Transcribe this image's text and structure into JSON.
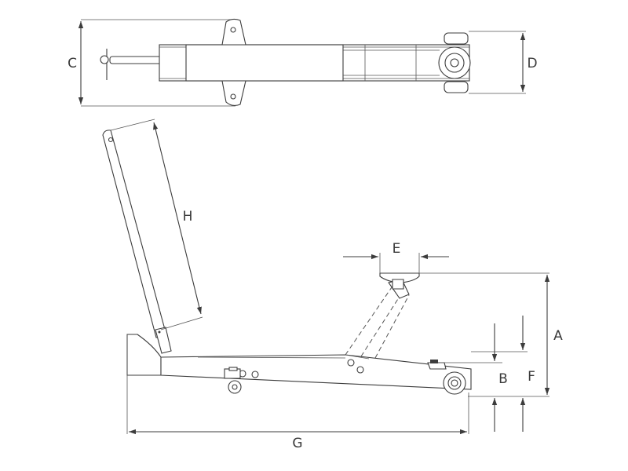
{
  "diagram": {
    "labels": {
      "A": "A",
      "B": "B",
      "C": "C",
      "D": "D",
      "E": "E",
      "F": "F",
      "G": "G",
      "H": "H"
    }
  }
}
